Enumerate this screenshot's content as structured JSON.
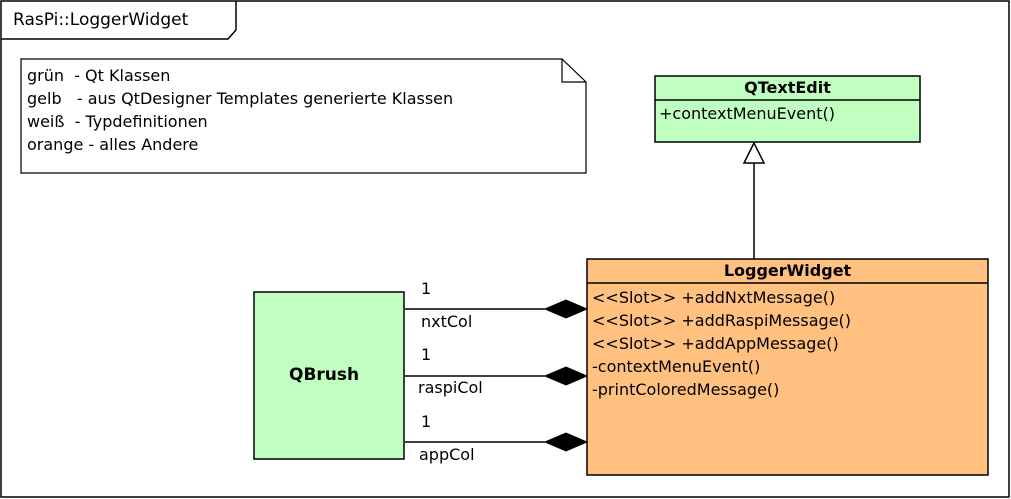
{
  "frame": {
    "title": "RasPi::LoggerWidget"
  },
  "note": {
    "lines": [
      "grün  - Qt Klassen",
      "gelb   - aus QtDesigner Templates generierte Klassen",
      "weiß  - Typdefinitionen",
      "orange - alles Andere"
    ]
  },
  "classes": {
    "qtextedit": {
      "name": "QTextEdit",
      "members": [
        "+contextMenuEvent()"
      ],
      "color": "#c0ffc0"
    },
    "loggerwidget": {
      "name": "LoggerWidget",
      "members": [
        "<<Slot>> +addNxtMessage()",
        "<<Slot>> +addRaspiMessage()",
        "<<Slot>> +addAppMessage()",
        "-contextMenuEvent()",
        "-printColoredMessage()"
      ],
      "color": "#ffc080"
    },
    "qbrush": {
      "name": "QBrush",
      "color": "#c0ffc0"
    }
  },
  "associations": [
    {
      "multiplicity": "1",
      "role": "nxtCol"
    },
    {
      "multiplicity": "1",
      "role": "raspiCol"
    },
    {
      "multiplicity": "1",
      "role": "appCol"
    }
  ]
}
